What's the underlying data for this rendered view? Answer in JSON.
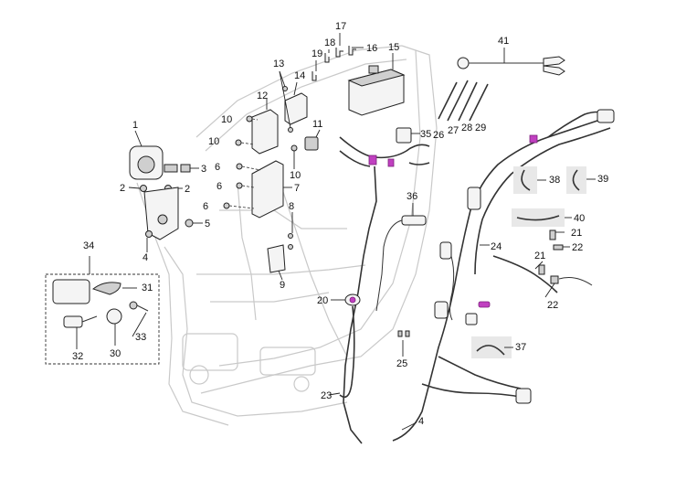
{
  "callouts": {
    "c1": "1",
    "c2a": "2",
    "c2b": "2",
    "c3": "3",
    "c4a": "4",
    "c4b": "4",
    "c5": "5",
    "c6a": "6",
    "c6b": "6",
    "c6c": "6",
    "c7": "7",
    "c8": "8",
    "c9": "9",
    "c10a": "10",
    "c10b": "10",
    "c10c": "10",
    "c11": "11",
    "c12": "12",
    "c13": "13",
    "c14": "14",
    "c15": "15",
    "c16": "16",
    "c17": "17",
    "c18": "18",
    "c19": "19",
    "c20": "20",
    "c21a": "21",
    "c21b": "21",
    "c22a": "22",
    "c22b": "22",
    "c23": "23",
    "c24": "24",
    "c25": "25",
    "c26": "26",
    "c27": "27",
    "c28": "28",
    "c29": "29",
    "c30": "30",
    "c31": "31",
    "c32": "32",
    "c33": "33",
    "c34": "34",
    "c35": "35",
    "c36": "36",
    "c37": "37",
    "c38": "38",
    "c39": "39",
    "c40": "40",
    "c41": "41"
  },
  "colors": {
    "accent": "#c040c0",
    "frame": "#c9c9c9",
    "ink": "#222222"
  }
}
